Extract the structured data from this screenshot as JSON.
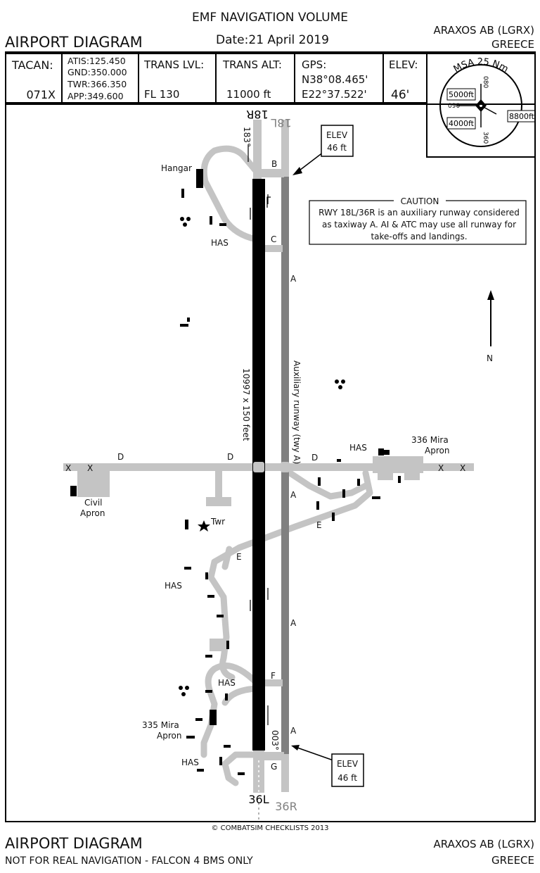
{
  "header": {
    "volume_title": "EMF NAVIGATION VOLUME",
    "date_label": "Date:",
    "date_value": "21 April 2019",
    "diagram_title": "AIRPORT DIAGRAM",
    "airport_name": "ARAXOS AB (LGRX)",
    "country": "GREECE"
  },
  "info": {
    "tacan_label": "TACAN:",
    "tacan_value": "071X",
    "atis": "ATIS:125.450",
    "gnd": "GND:350.000",
    "twr": "TWR:366.350",
    "app": "APP:349.600",
    "trans_lvl_label": "TRANS LVL:",
    "trans_lvl_value": "FL 130",
    "trans_alt_label": "TRANS ALT:",
    "trans_alt_value": "11000 ft",
    "gps_label": "GPS:",
    "gps_lat": "N38°08.465'",
    "gps_lon": "E22°37.522'",
    "elev_label": "ELEV:",
    "elev_value": "46'"
  },
  "msa": {
    "title": "MSA 25 Nm",
    "north_alt": "5000ft",
    "east_alt": "8800ft",
    "south_alt": "4000ft",
    "brg_top": "080",
    "brg_left": "090",
    "brg_bottom": "360"
  },
  "runways": {
    "main_top": "18R",
    "main_bottom": "36L",
    "aux_top": "18L",
    "aux_bottom": "36R",
    "main_dims": "10997 x 150 feet",
    "aux_label": "Auxiliary runway (twy A)",
    "hdg_top": "183°",
    "hdg_bottom": "003°"
  },
  "caution": {
    "title": "CAUTION",
    "lines": [
      "RWY 18L/36R is an auxiliary runway considered",
      "as taxiway A.  AI & ATC may use all runway for",
      "take-offs and landings."
    ]
  },
  "elev_callouts": {
    "top_line1": "ELEV",
    "top_line2": "46 ft",
    "bottom_line1": "ELEV",
    "bottom_line2": "46 ft"
  },
  "labels": {
    "hangar": "Hangar",
    "has_1": "HAS",
    "has_2": "HAS",
    "has_3": "HAS",
    "has_4": "HAS",
    "has_5": "HAS",
    "civil_1": "Civil",
    "civil_2": "Apron",
    "mira336_1": "336 Mira",
    "mira336_2": "Apron",
    "mira335_1": "335 Mira",
    "mira335_2": "Apron",
    "twr": "Twr",
    "north": "N"
  },
  "taxiways": {
    "b": "B",
    "c": "C",
    "a1": "A",
    "a2": "A",
    "a3": "A",
    "a4": "A",
    "d1": "D",
    "d2": "D",
    "d3": "D",
    "e1": "E",
    "e2": "E",
    "f": "F",
    "g": "G",
    "x": "X"
  },
  "footer": {
    "copyright": "© COMBATSIM CHECKLISTS 2013",
    "diagram_title": "AIRPORT DIAGRAM",
    "disclaimer": "NOT FOR REAL NAVIGATION - FALCON 4 BMS ONLY",
    "airport_name": "ARAXOS AB (LGRX)",
    "country": "GREECE"
  }
}
